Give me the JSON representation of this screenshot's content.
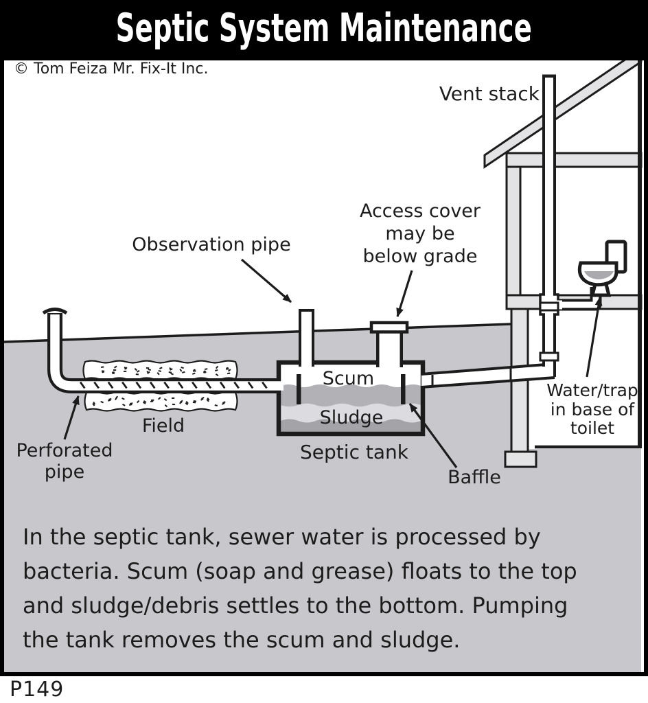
{
  "title": "Septic System Maintenance",
  "copyright": "© Tom Feiza Mr. Fix-It Inc.",
  "figure_id": "P149",
  "diagram": {
    "labels": {
      "vent_stack": "Vent stack",
      "observation_pipe": "Observation pipe",
      "access_cover": "Access cover\nmay be\nbelow grade",
      "scum": "Scum",
      "sludge": "Sludge",
      "septic_tank": "Septic tank",
      "field": "Field",
      "perforated_pipe": "Perforated\npipe",
      "baffle": "Baffle",
      "water_trap": "Water/trap\nin base of\ntoilet"
    }
  },
  "caption": "In the septic tank, sewer water is processed by\nbacteria. Scum (soap and grease) floats to the top\nand sludge/debris settles to the bottom. Pumping\nthe tank removes the scum and sludge.",
  "palette": {
    "ink": "#1c1c1c",
    "title_bg": "#000000",
    "title_fg": "#ffffff",
    "paper": "#ffffff",
    "ground": "#c8c8cc",
    "beam": "#e3e3e6",
    "tank_liquid": "#dcdce0",
    "scum_layer": "#b2b2b6",
    "sludge_layer": "#a4a4a8",
    "toilet_water": "#aaaaae"
  }
}
